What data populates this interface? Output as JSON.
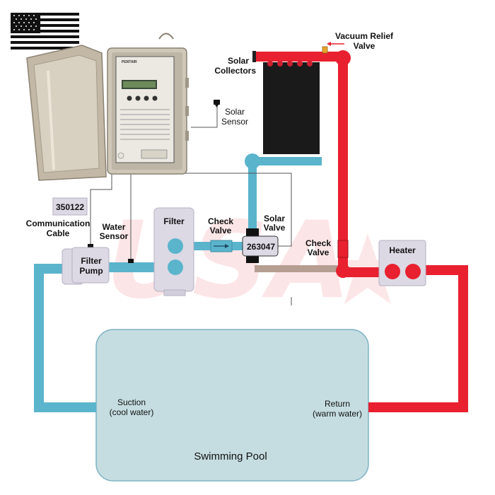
{
  "labels": {
    "solar_collectors": [
      "Solar",
      "Collectors"
    ],
    "vacuum_relief_valve": [
      "Vacuum Relief",
      "Valve"
    ],
    "solar_sensor": [
      "Solar",
      "Sensor"
    ],
    "part_number_cable": "350122",
    "communication_cable": [
      "Communication",
      "Cable"
    ],
    "water_sensor": [
      "Water",
      "Sensor"
    ],
    "filter": "Filter",
    "filter_pump": [
      "Filter",
      "Pump"
    ],
    "check_valve_left": [
      "Check",
      "Valve"
    ],
    "solar_valve": [
      "Solar",
      "Valve"
    ],
    "part_number_valve": "263047",
    "check_valve_right": [
      "Check",
      "Valve"
    ],
    "heater": "Heater",
    "suction": [
      "Suction",
      "(cool water)"
    ],
    "return": [
      "Return",
      "(warm water)"
    ],
    "swimming_pool": "Swimming Pool",
    "controller_brand": "PENTAIR",
    "watermark": "USA"
  },
  "colors": {
    "hot_pipe": "#e8202f",
    "cool_pipe": "#5ab4cc",
    "mixed_pipe": "#b69e92",
    "pool_fill": "#c5dde1",
    "pool_stroke": "#7fb3c4",
    "equipment": "#dcd9e4",
    "cable": "#555555"
  },
  "icons": {
    "flag": "us-flag-icon",
    "controller": "solar-controller-enclosure-icon"
  }
}
